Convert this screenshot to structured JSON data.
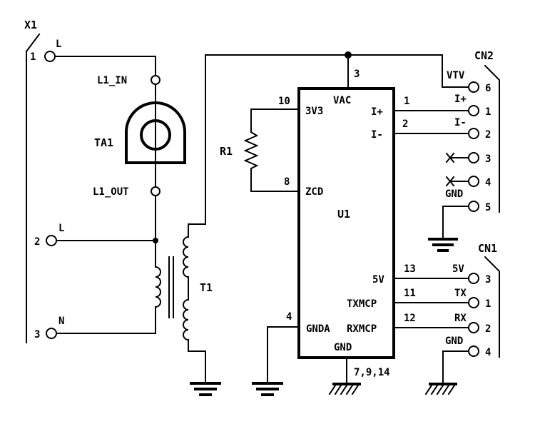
{
  "connectors": {
    "x1": {
      "name": "X1",
      "pins": [
        {
          "num": "1",
          "label": "L"
        },
        {
          "num": "2",
          "label": "L"
        },
        {
          "num": "3",
          "label": "N"
        }
      ]
    },
    "cn2": {
      "name": "CN2",
      "pins": [
        {
          "num": "6",
          "label": "VTV"
        },
        {
          "num": "1",
          "label": "I+"
        },
        {
          "num": "2",
          "label": "I-"
        },
        {
          "num": "3",
          "label": ""
        },
        {
          "num": "4",
          "label": ""
        },
        {
          "num": "5",
          "label": "GND"
        }
      ]
    },
    "cn1": {
      "name": "CN1",
      "pins": [
        {
          "num": "3",
          "label": "5V"
        },
        {
          "num": "1",
          "label": "TX"
        },
        {
          "num": "2",
          "label": "RX"
        },
        {
          "num": "4",
          "label": "GND"
        }
      ]
    }
  },
  "sensor": {
    "name": "TA1",
    "in_label": "L1_IN",
    "out_label": "L1_OUT"
  },
  "transformer": {
    "name": "T1"
  },
  "resistor": {
    "name": "R1"
  },
  "ic": {
    "name": "U1",
    "pins": {
      "vac": {
        "num": "3",
        "label": "VAC"
      },
      "v3v3": {
        "num": "10",
        "label": "3V3"
      },
      "ip": {
        "num": "1",
        "label": "I+"
      },
      "im": {
        "num": "2",
        "label": "I-"
      },
      "zcd": {
        "num": "8",
        "label": "ZCD"
      },
      "v5": {
        "num": "13",
        "label": "5V"
      },
      "tx": {
        "num": "11",
        "label": "TXMCP"
      },
      "rx": {
        "num": "12",
        "label": "RXMCP"
      },
      "gnda": {
        "num": "4",
        "label": "GNDA"
      },
      "gnd": {
        "num": "7,9,14",
        "label": "GND"
      }
    }
  }
}
